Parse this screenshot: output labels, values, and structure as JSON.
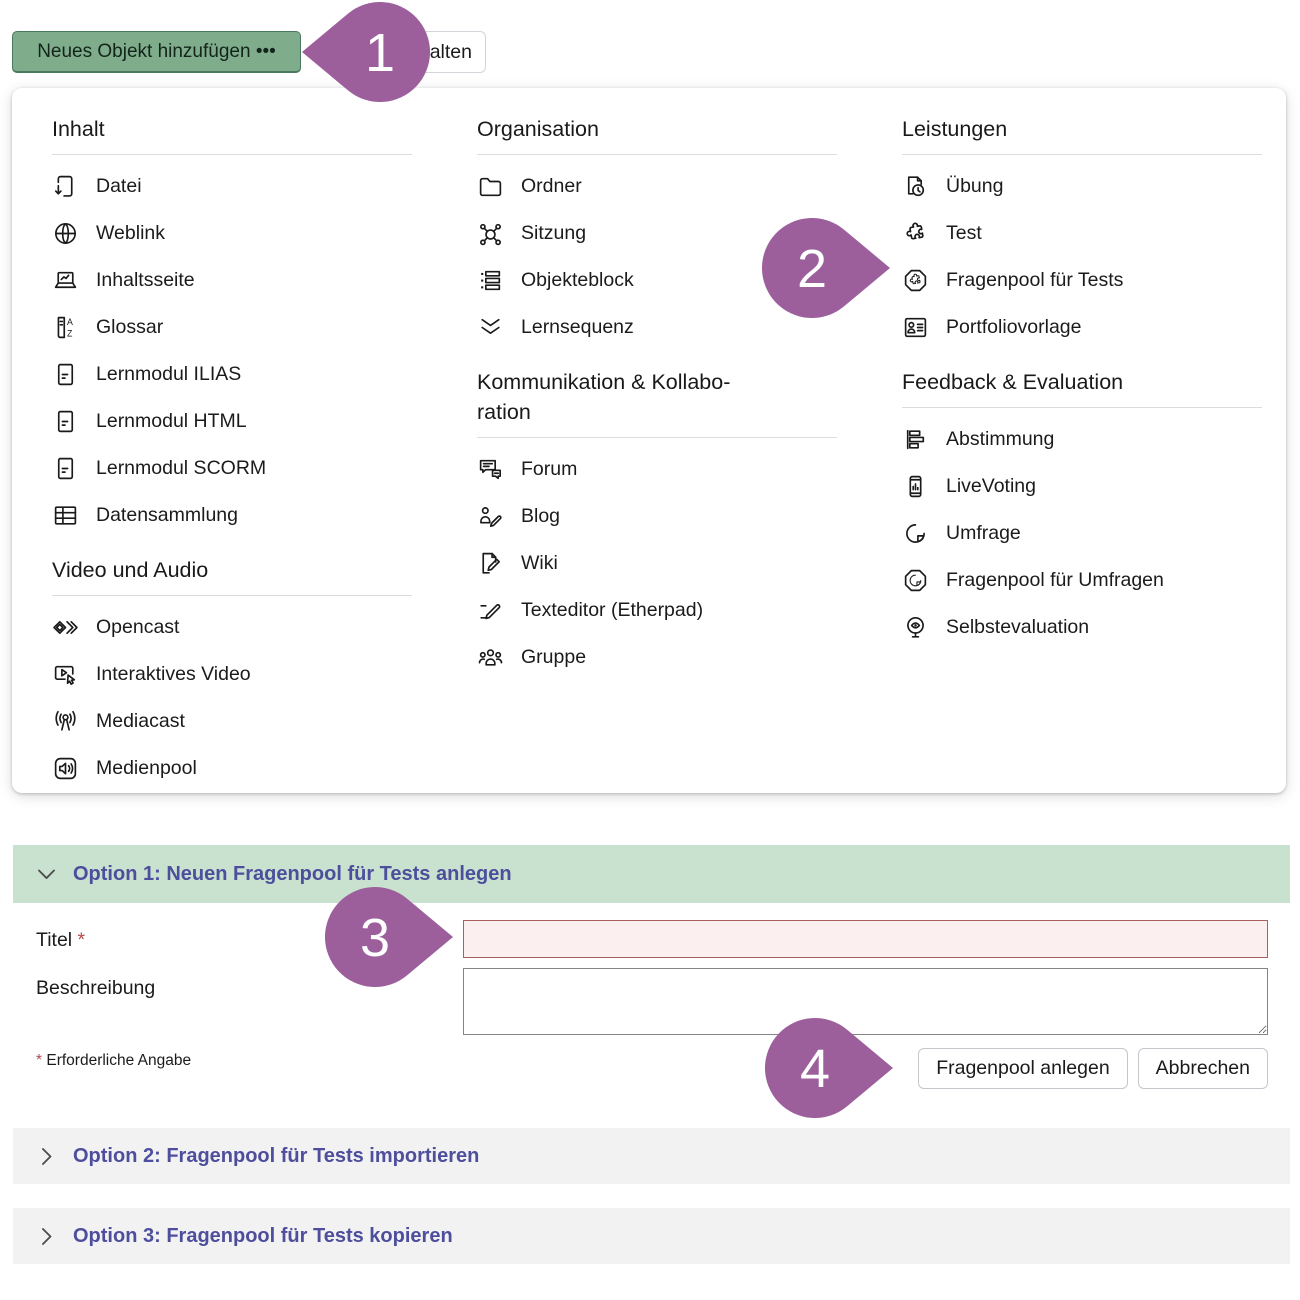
{
  "toolbar": {
    "add_object_button": "Neues Objekt hinzufügen •••",
    "partial_button_label": "alten"
  },
  "menu": {
    "columns": [
      {
        "sections": [
          {
            "title": "Inhalt",
            "items": [
              {
                "icon": "file-download-icon",
                "label": "Datei"
              },
              {
                "icon": "globe-icon",
                "label": "Weblink"
              },
              {
                "icon": "content-page-icon",
                "label": "Inhaltsseite"
              },
              {
                "icon": "glossary-icon",
                "label": "Glossar"
              },
              {
                "icon": "learning-module-icon",
                "label": "Lernmodul ILIAS"
              },
              {
                "icon": "learning-module-icon",
                "label": "Lernmodul HTML"
              },
              {
                "icon": "learning-module-icon",
                "label": "Lernmodul SCORM"
              },
              {
                "icon": "data-table-icon",
                "label": "Datensammlung"
              }
            ]
          },
          {
            "title": "Video und Audio",
            "items": [
              {
                "icon": "opencast-icon",
                "label": "Opencast"
              },
              {
                "icon": "interactive-video-icon",
                "label": "Interaktives Video"
              },
              {
                "icon": "broadcast-icon",
                "label": "Mediacast"
              },
              {
                "icon": "media-pool-icon",
                "label": "Medienpool"
              }
            ]
          }
        ]
      },
      {
        "sections": [
          {
            "title": "Organisation",
            "items": [
              {
                "icon": "folder-icon",
                "label": "Ordner"
              },
              {
                "icon": "session-icon",
                "label": "Sitzung"
              },
              {
                "icon": "item-block-icon",
                "label": "Objekteblock"
              },
              {
                "icon": "learning-sequence-icon",
                "label": "Lernsequenz"
              }
            ]
          },
          {
            "title": "Kommunikation & Kollabo­ration",
            "items": [
              {
                "icon": "forum-icon",
                "label": "Forum"
              },
              {
                "icon": "blog-icon",
                "label": "Blog"
              },
              {
                "icon": "wiki-icon",
                "label": "Wiki"
              },
              {
                "icon": "text-editor-icon",
                "label": "Texteditor (Etherpad)"
              },
              {
                "icon": "group-icon",
                "label": "Gruppe"
              }
            ]
          }
        ]
      },
      {
        "sections": [
          {
            "title": "Leistungen",
            "items": [
              {
                "icon": "exercise-icon",
                "label": "Übung"
              },
              {
                "icon": "test-icon",
                "label": "Test"
              },
              {
                "icon": "question-pool-test-icon",
                "label": "Fragenpool für Tests"
              },
              {
                "icon": "portfolio-template-icon",
                "label": "Portfoliovorlage"
              }
            ]
          },
          {
            "title": "Feedback & Evaluation",
            "items": [
              {
                "icon": "poll-icon",
                "label": "Abstimmung"
              },
              {
                "icon": "live-voting-icon",
                "label": "LiveVoting"
              },
              {
                "icon": "survey-icon",
                "label": "Umfrage"
              },
              {
                "icon": "question-pool-survey-icon",
                "label": "Fragenpool für Umfragen"
              },
              {
                "icon": "self-evaluation-icon",
                "label": "Selbstevaluation"
              }
            ]
          }
        ]
      }
    ]
  },
  "markers": [
    {
      "label": "1"
    },
    {
      "label": "2"
    },
    {
      "label": "3"
    },
    {
      "label": "4"
    }
  ],
  "form": {
    "option1_header": "Option 1: Neuen Fragenpool für Tests anlegen",
    "title_label": "Titel",
    "required_marker": "*",
    "title_value": "",
    "description_label": "Beschreibung",
    "description_value": "",
    "required_note": "Erforderliche Angabe",
    "submit_button": "Fragenpool anlegen",
    "cancel_button": "Abbrechen"
  },
  "collapsed_options": [
    "Option 2: Fragenpool für Tests importieren",
    "Option 3: Fragenpool für Tests kopieren"
  ],
  "colors": {
    "marker_color": "#9c5f9c",
    "primary_button_bg": "#7fad8b",
    "primary_button_border": "#49795f",
    "option_header_text": "#4d4e9c",
    "option1_header_bg": "#c9e1cf",
    "collapsed_header_bg": "#f3f2f2",
    "required_color": "#b5494a",
    "title_field_border": "#a8605e",
    "title_field_bg": "#fbf0ef"
  }
}
